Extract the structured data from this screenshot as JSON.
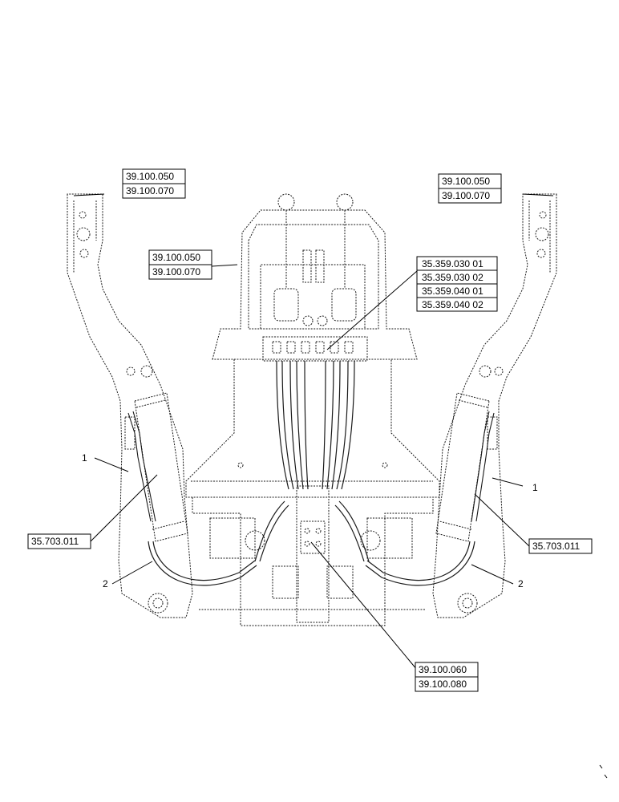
{
  "references": {
    "top_left": [
      "39.100.050",
      "39.100.070"
    ],
    "top_right": [
      "39.100.050",
      "39.100.070"
    ],
    "center_left": [
      "39.100.050",
      "39.100.070"
    ],
    "valves": [
      "35.359.030 01",
      "35.359.030 02",
      "35.359.040 01",
      "35.359.040 02"
    ],
    "cyl_left": "35.703.011",
    "cyl_right": "35.703.011",
    "bottom": [
      "39.100.060",
      "39.100.080"
    ]
  },
  "callouts": {
    "left_1": "1",
    "left_2": "2",
    "right_1": "1",
    "right_2": "2"
  }
}
